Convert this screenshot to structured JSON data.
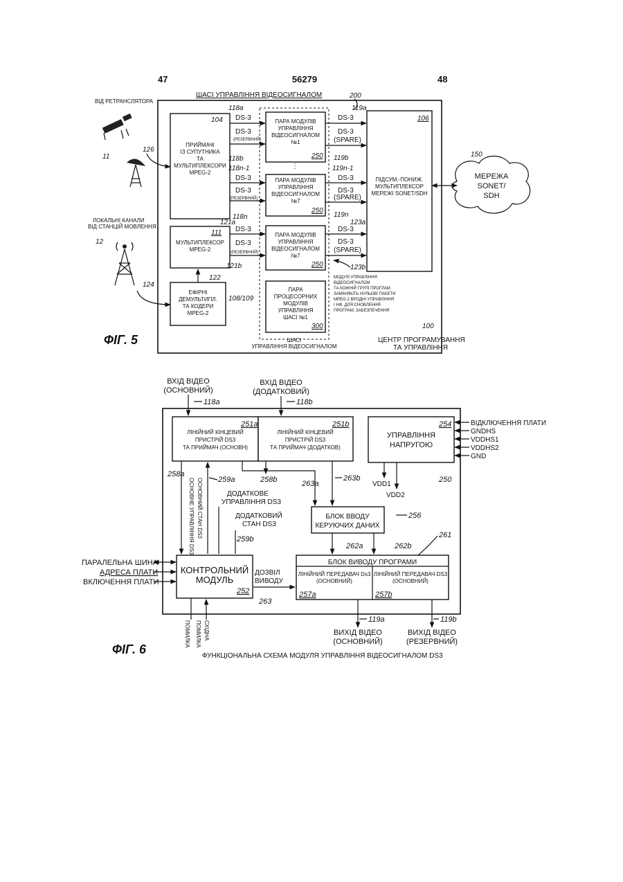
{
  "header": {
    "page_left": "47",
    "patent_number": "56279",
    "page_right": "48"
  },
  "fig5": {
    "caption": "ФІГ. 5",
    "title": "ШАСІ УПРАВЛІННЯ ВІДЕОСИГНАЛОМ",
    "ref_200": "200",
    "ref_100": "100",
    "from_repeater": "ВІД РЕТРАНСЛЯТОРА",
    "ref_11": "11",
    "ref_126": "126",
    "local_channels": [
      "ЛОКАЛЬНІ КАНАЛИ",
      "ВІД СТАНЦІЙ МОВЛЕННЯ"
    ],
    "ref_12": "12",
    "ref_124": "124",
    "receivers_box": {
      "ref": "104",
      "lines": [
        "ПРИЙМАЧІ",
        "ІЗ СУПУТНИКА",
        "ТА",
        "МУЛЬТИПЛЕКСОРИ",
        "MPEG-2"
      ]
    },
    "mux_box": {
      "ref": "111",
      "lines": [
        "МУЛЬТИПЛЕКСОР",
        "MPEG-2"
      ]
    },
    "demux_box": {
      "ref": "108/109",
      "lines": [
        "ЕФІРНІ",
        "ДЕМУЛЬТИПЛ.",
        "ТА КОДЕРИ",
        "MPEG-2"
      ]
    },
    "ref_122": "122",
    "module_pair_1": {
      "ref": "250",
      "lines": [
        "ПАРА МОДУЛІВ",
        "УПРАВЛІННЯ",
        "ВІДЕОСИГНАЛОМ",
        "№1"
      ]
    },
    "module_pair_2": {
      "ref": "250",
      "lines": [
        "ПАРА МОДУЛІВ",
        "УПРАВЛІННЯ",
        "ВІДЕОСИГНАЛОМ",
        "№7"
      ]
    },
    "module_pair_3": {
      "ref": "250",
      "lines": [
        "ПАРА МОДУЛІВ",
        "УПРАВЛІННЯ",
        "ВІДЕОСИГНАЛОМ",
        "№7"
      ]
    },
    "processor_pair": {
      "ref": "300",
      "lines": [
        "ПАРА",
        "ПРОЦЕСОРНИХ",
        "МОДУЛІВ",
        "УПРАВЛІННЯ",
        "ШАСІ №1"
      ]
    },
    "sonet_box": {
      "ref": "106",
      "lines": [
        "ПІДСУМ.-ПОНИЖ.",
        "МУЛЬТИПЛЕКСОР",
        "МЕРЕЖІ SONET/SDH"
      ]
    },
    "network": {
      "ref": "150",
      "lines": [
        "МЕРЕЖА",
        "SONET/",
        "SDH"
      ]
    },
    "ds3": "DS-3",
    "reserve": "(РЕЗЕРВНИЙ)",
    "spare": "(SPARE)",
    "refs_left": [
      "118a",
      "118b",
      "118n-1",
      "118n",
      "121a",
      "121b"
    ],
    "refs_right": [
      "119a",
      "119b",
      "119n-1",
      "119n",
      "123a",
      "123b"
    ],
    "note_lines": [
      "МОДУЛІ УПРАВЛІННЯ",
      "ВІДЕОСИГНАЛОМ",
      "ТА КОЖНІЙ ГРУПІ ПРОГРАМ",
      "ЗАМІНЯЮТЬ НУЛЬОВІ ПАКЕТИ",
      "MPEG-2 ВРОДНІ  УПРАВЛІННЯ",
      "І НФ. ДЛЯ СНОВЛЕННЯ",
      "ПРОГРАМ, ЗАБЕЗПЕЧЕННЯ"
    ],
    "chassis_label": [
      "ШАСІ",
      "УПРАВЛІННЯ ВІДЕОСИГНАЛОМ"
    ],
    "center_label": [
      "ЦЕНТР ПРОГРАМУВАННЯ",
      "ТА УПРАВЛІННЯ"
    ]
  },
  "fig6": {
    "caption": "ФІГ. 6",
    "title": "ФУНКЦІОНАЛЬНА СХЕМА МОДУЛЯ УПРАВЛІННЯ ВІДЕОСИГНАЛОМ  DS3",
    "video_in_main": [
      "ВХІД ВІДЕО",
      "(ОСНОВНИЙ)"
    ],
    "video_in_aux": [
      "ВХІД ВІДЕО",
      "(ДОДАТКОВИЙ)"
    ],
    "ref_118a": "118a",
    "ref_118b": "118b",
    "line_term_main": {
      "ref": "251a",
      "lines": [
        "ЛІНІЙНИЙ КІНЦЕВИЙ",
        "ПРИСТРІЙ DS3",
        "ТА ПРИЙМАЧ (ОСНОВН)"
      ]
    },
    "line_term_aux": {
      "ref": "251b",
      "lines": [
        "ЛІНІЙНИЙ КІНЦЕВИЙ",
        "ПРИСТРІЙ DS3",
        "ТА ПРИЙМАЧ (ДОДАТКОВ)"
      ]
    },
    "power_box": {
      "ref": "254",
      "lines": [
        "УПРАВЛІННЯ",
        "НАПРУГОЮ"
      ]
    },
    "power_inputs": [
      "ВІДКЛЮЧЕННЯ ПЛАТИ",
      "GNDHS",
      "VDDHS1",
      "VDDHS2",
      "GND"
    ],
    "vdd1": "VDD1",
    "vdd2": "VDD2",
    "ref_250": "250",
    "ref_258a": "258a",
    "ref_259a": "259a",
    "ref_258b": "258b",
    "ref_263a": "263a",
    "ref_263b": "263b",
    "ref_259b": "259b",
    "ref_256": "256",
    "ref_261": "261",
    "ref_262a": "262a",
    "ref_262b": "262b",
    "ref_263": "263",
    "vert_label_1": "ОСНОВНЕ УПРАВЛІННЯ DS3",
    "vert_label_2": "ОСНОВНИЙ СТАН DS3",
    "aux_control": [
      "ДОДАТКОВЕ",
      "УПРАВЛІННЯ DS3"
    ],
    "aux_state": [
      "ДОДАТКОВИЙ",
      "СТАН DS3"
    ],
    "ctrl_input_box": [
      "БЛОК ВВОДУ",
      "КЕРУЮЧИХ ДАНИХ"
    ],
    "control_module": {
      "ref": "252",
      "lines": [
        "КОНТРОЛЬНИЙ",
        "МОДУЛЬ"
      ]
    },
    "bus_labels": [
      "ПАРАЛЕЛЬНА ШИНА",
      "АДРЕСА ПЛАТИ",
      "ВКЛЮЧЕННЯ ПЛАТИ"
    ],
    "output_enable": [
      "ДОЗВІЛ",
      "ВИВОДУ"
    ],
    "program_output": {
      "title": "БЛОК ВИВОДУ ПРОГРАМИ",
      "left": {
        "ref": "257a",
        "lines": [
          "ЛІНІЙНИЙ ПЕРЕДАВАЧ Ds3",
          "(ОСНОВНИЙ)"
        ]
      },
      "right": {
        "ref": "257b",
        "lines": [
          "ЛІНІЙНИЙ ПЕРЕДАВАЧ DS3",
          "(ОСНОВНИЙ)"
        ]
      }
    },
    "ref_119a": "119a",
    "ref_119b": "119b",
    "video_out_main": [
      "ВИХІД ВІДЕО",
      "(ОСНОВНИЙ)"
    ],
    "video_out_reserve": [
      "ВИХІД ВІДЕО",
      "(РЕЗЕРВНИЙ)"
    ],
    "bottom_vert_1": "ПОМИЛКА",
    "bottom_vert_2": [
      "СХІДНА",
      "ПОМИЛКА"
    ]
  }
}
